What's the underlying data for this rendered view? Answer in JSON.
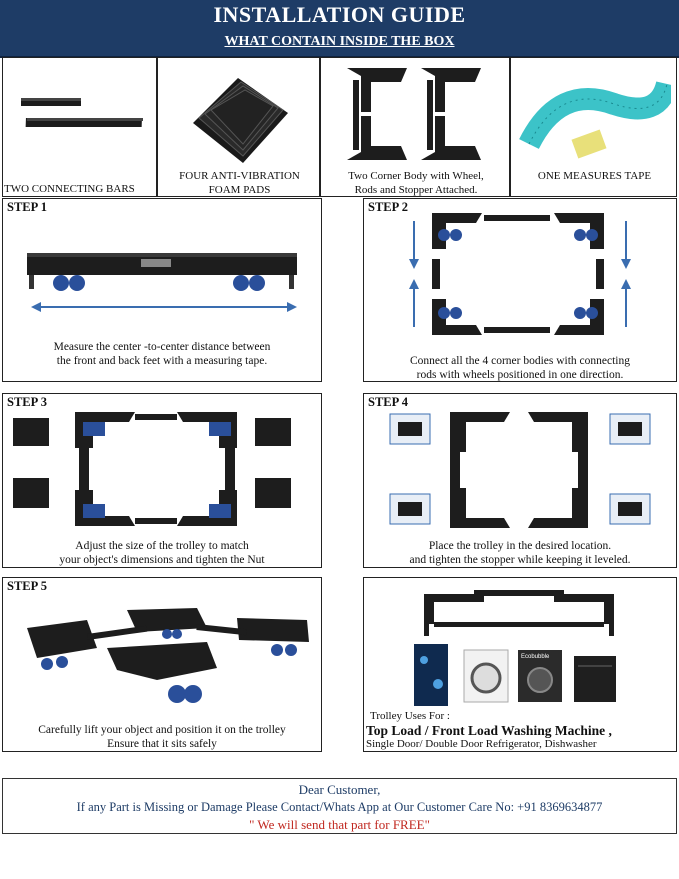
{
  "header": {
    "title": "INSTALLATION GUIDE",
    "subtitle": "WHAT CONTAIN INSIDE THE BOX"
  },
  "contents": [
    {
      "caption": "TWO CONNECTING BARS"
    },
    {
      "caption_line1": "FOUR ANTI-VIBRATION",
      "caption_line2": "FOAM PADS"
    },
    {
      "caption_line1": "Two Corner Body with Wheel,",
      "caption_line2": "Rods and Stopper Attached."
    },
    {
      "caption": "ONE MEASURES TAPE"
    }
  ],
  "steps": [
    {
      "label": "STEP 1",
      "line1": "Measure the center -to-center distance between",
      "line2": "the front and back feet with a measuring tape."
    },
    {
      "label": "STEP 2",
      "line1": "Connect all the 4 corner bodies with connecting",
      "line2": "rods with wheels positioned in one direction."
    },
    {
      "label": "STEP 3",
      "line1": "Adjust the size of the trolley to match",
      "line2": "your object's dimensions and tighten the Nut"
    },
    {
      "label": "STEP 4",
      "line1": "Place the trolley in the desired location.",
      "line2": "and tighten the stopper while keeping it leveled."
    },
    {
      "label": "STEP 5",
      "line1": "Carefully lift your object and position it on the trolley",
      "line2": "Ensure that it sits safely"
    }
  ],
  "uses": {
    "label": "Trolley Uses For :",
    "line1": "Top Load / Front Load Washing Machine ,",
    "line2": "Single Door/ Double Door Refrigerator, Dishwasher",
    "brand_text": "Ecobubble"
  },
  "footer": {
    "greeting": "Dear Customer,",
    "message": "If any Part is Missing or Damage Please Contact/Whats App at Our Customer Care No:  +91 8369634877",
    "promise": "\" We will send that part for FREE\""
  },
  "colors": {
    "header_bg": "#1e3c66",
    "greeting": "#1e3c66",
    "promise": "#c0271f",
    "tape": "#3cc3c8",
    "wheel": "#2a4f9a"
  }
}
